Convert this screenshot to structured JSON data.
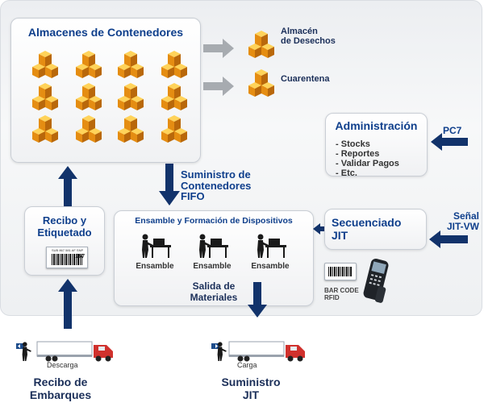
{
  "almacenes": {
    "title": "Almacenes de Contenedores"
  },
  "desechos": {
    "label_line1": "Almacén",
    "label_line2": "de Desechos"
  },
  "cuarentena": {
    "label": "Cuarentena"
  },
  "administracion": {
    "title": "Administración",
    "items": [
      "Stocks",
      "Reportes",
      "Validar Pagos",
      "Etc."
    ]
  },
  "pc7": {
    "label": "PC7"
  },
  "suministro_contenedores": {
    "line1": "Suministro de",
    "line2": "Contenedores",
    "line3": "FIFO"
  },
  "recibo_etiquetado": {
    "line1": "Recibo y",
    "line2": "Etiquetado"
  },
  "ensamble_box": {
    "title": "Ensamble y Formación de Dispositivos",
    "stations": [
      "Ensamble",
      "Ensamble",
      "Ensamble"
    ]
  },
  "salida": {
    "line1": "Salida de",
    "line2": "Materiales"
  },
  "secuenciado": {
    "line1": "Secuenciado",
    "line2": "JIT"
  },
  "senal": {
    "line1": "Señal",
    "line2": "JIT-VW"
  },
  "barcode": {
    "line1": "BAR CODE",
    "line2": "RFID"
  },
  "sticker": {
    "number": "267",
    "small_text": "SUB 867 581 AF SNP"
  },
  "trucks": {
    "descarga": "Descarga",
    "carga": "Carga"
  },
  "recibo_embarques": {
    "line1": "Recibo de",
    "line2": "Embarques"
  },
  "suministro_jit": {
    "line1": "Suministro",
    "line2": "JIT"
  },
  "colors": {
    "accent_blue": "#0f3f8c",
    "arrow_navy": "#12336b",
    "crate_orange": "#f0a21a",
    "arrow_gray": "#a7abb0"
  }
}
